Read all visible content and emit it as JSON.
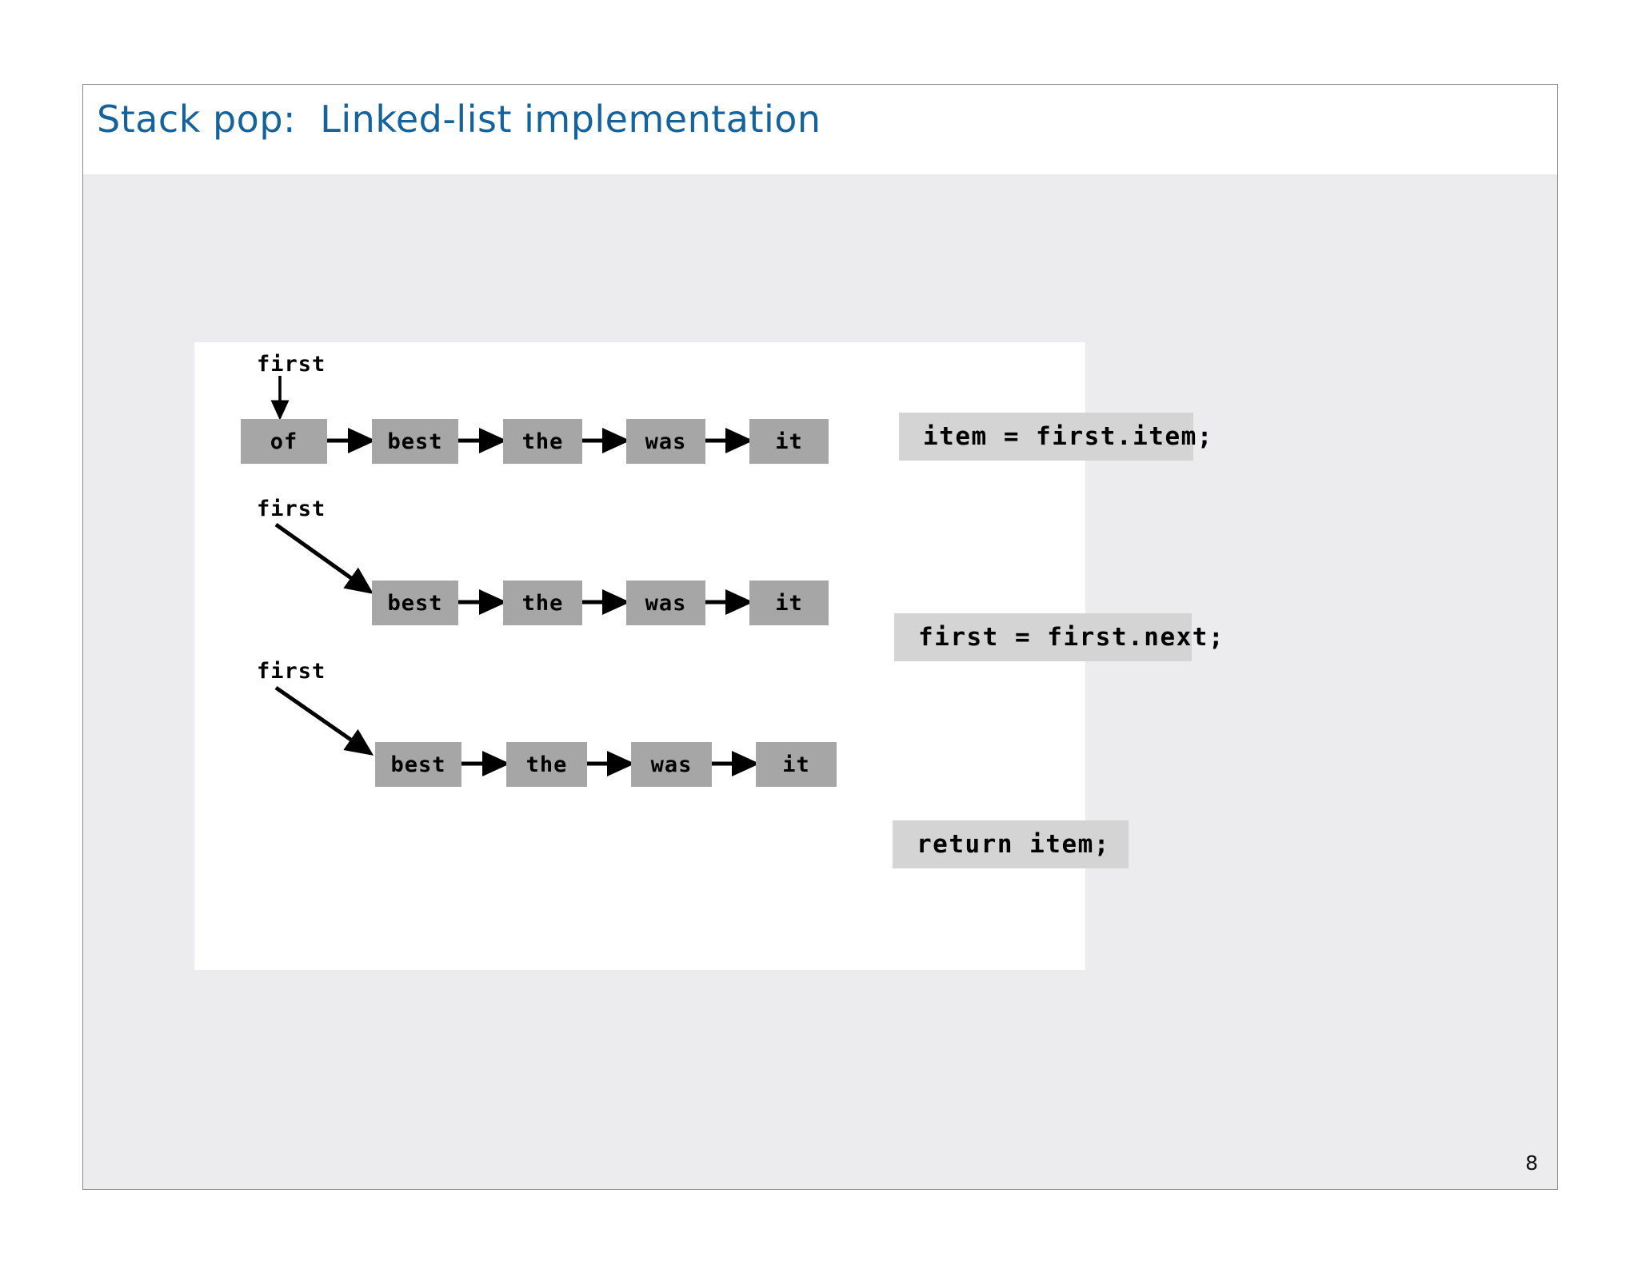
{
  "slide": {
    "title": "Stack pop:  Linked-list implementation",
    "page_number": "8",
    "accent_color": "#14639C",
    "body_bg": "#ECECEE",
    "panel_bg": "#FFFFFF",
    "node_fill": "#A6A6A6",
    "code_fill": "#D4D4D4"
  },
  "diagram": {
    "type": "linked-list-sequence",
    "pointer_label": "first",
    "rows": [
      {
        "id": "row-1",
        "pointer_label": "first",
        "pointer_arrow": "down",
        "nodes": [
          "of",
          "best",
          "the",
          "was",
          "it"
        ],
        "code": "item = first.item;"
      },
      {
        "id": "row-2",
        "pointer_label": "first",
        "pointer_arrow": "diagonal",
        "nodes": [
          "best",
          "the",
          "was",
          "it"
        ],
        "code": "first = first.next;"
      },
      {
        "id": "row-3",
        "pointer_label": "first",
        "pointer_arrow": "diagonal",
        "nodes": [
          "best",
          "the",
          "was",
          "it"
        ],
        "code": "return item;"
      }
    ]
  },
  "code_callouts": [
    {
      "id": "callout-1",
      "text": "item = first.item;"
    },
    {
      "id": "callout-2",
      "text": "first = first.next;"
    },
    {
      "id": "callout-3",
      "text": "return item;"
    }
  ]
}
